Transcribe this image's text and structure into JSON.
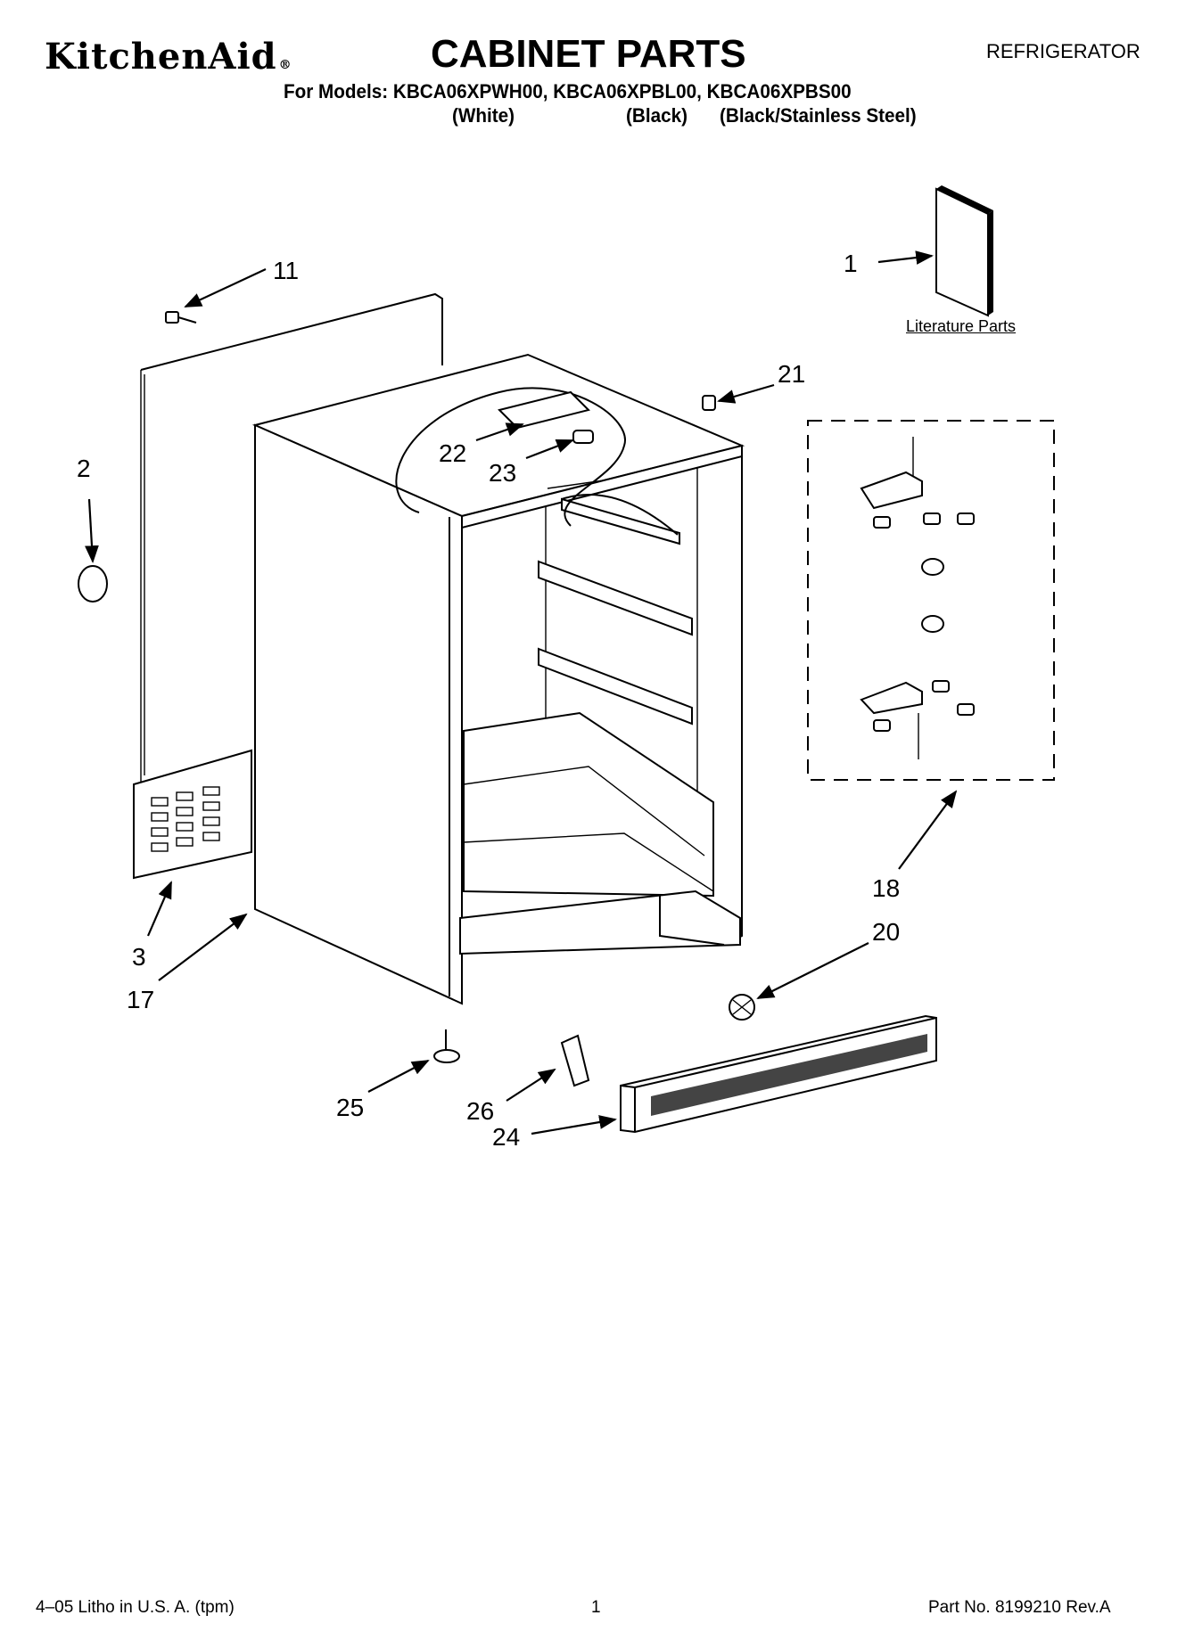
{
  "header": {
    "brand": "KitchenAid",
    "brand_mark": "®",
    "title": "CABINET PARTS",
    "category": "REFRIGERATOR",
    "models_line": "For Models: KBCA06XPWH00, KBCA06XPBL00, KBCA06XPBS00",
    "variants": [
      "(White)",
      "(Black)",
      "(Black/Stainless Steel)"
    ]
  },
  "diagram": {
    "literature_label": "Literature Parts",
    "callouts": [
      "1",
      "2",
      "3",
      "11",
      "17",
      "18",
      "20",
      "21",
      "22",
      "23",
      "24",
      "25",
      "26"
    ]
  },
  "footer": {
    "litho": "4–05 Litho in U.S. A. (tpm)",
    "page": "1",
    "part_no": "Part No. 8199210 Rev.A"
  }
}
